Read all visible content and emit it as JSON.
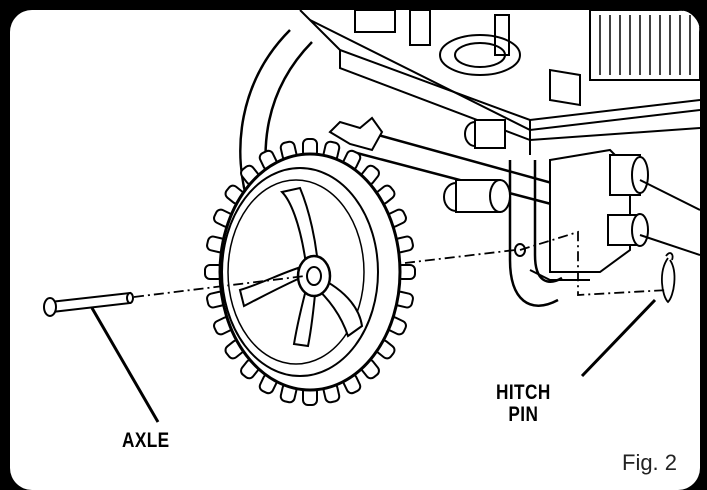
{
  "labels": {
    "axle": "AXLE",
    "hitch_pin_line1": "HITCH",
    "hitch_pin_line2": "PIN",
    "figure": "Fig. 2"
  }
}
